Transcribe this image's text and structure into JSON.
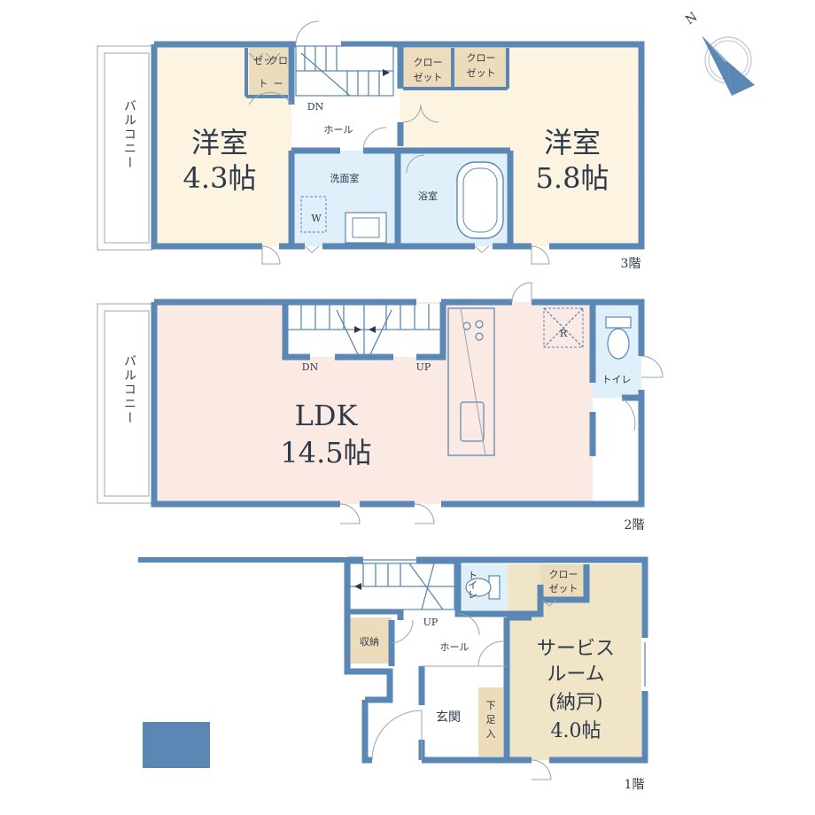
{
  "colors": {
    "wall": "#5b87b4",
    "western_room": "#fcf4e0",
    "ldk": "#fbe9e3",
    "wet": "#dff0fa",
    "storage": "#ecdcbc",
    "service_room": "#f1e5c8",
    "hall": "#ffffff",
    "symbol": "#5b87b4"
  },
  "floor3": {
    "floor_label": "3階",
    "balcony": "バルコニー",
    "room_left_name": "洋室",
    "room_left_size": "4.3帖",
    "room_right_name": "洋室",
    "room_right_size": "5.8帖",
    "closet_left_l1": "ゼッ",
    "closet_left_l1b": "クロ",
    "closet_left_l2": "ト",
    "closet_left_l2b": "ー",
    "closet_mid_l1": "クロー",
    "closet_mid_l2": "ゼット",
    "closet_right_l1": "クロー",
    "closet_right_l2": "ゼット",
    "stair_dn": "DN",
    "hall": "ホール",
    "washroom": "洗面室",
    "washer": "W",
    "bathroom": "浴室"
  },
  "floor2": {
    "floor_label": "2階",
    "balcony": "バルコニー",
    "ldk_name": "LDK",
    "ldk_size": "14.5帖",
    "stair_dn": "DN",
    "stair_up": "UP",
    "fridge": "R",
    "toilet": "トイレ"
  },
  "floor1": {
    "floor_label": "1階",
    "toilet": "トイレ",
    "closet_l1": "クロー",
    "closet_l2": "ゼット",
    "storage": "収納",
    "stair_up": "UP",
    "hall": "ホール",
    "service_l1": "サービス",
    "service_l2": "ルーム",
    "service_l3": "(納戸)",
    "service_l4": "4.0帖",
    "entrance": "玄関",
    "shoe_l1": "下",
    "shoe_l2": "足",
    "shoe_l3": "入"
  },
  "compass": {
    "north_letter": "N"
  }
}
